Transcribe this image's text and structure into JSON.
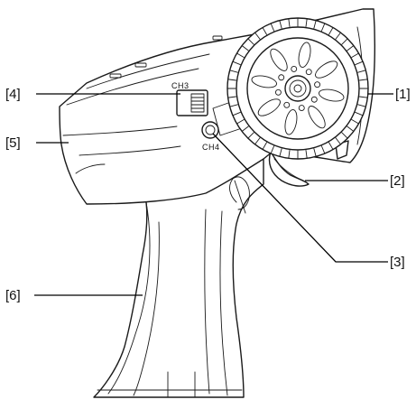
{
  "callouts": [
    {
      "id": "1",
      "label": "[1]"
    },
    {
      "id": "2",
      "label": "[2]"
    },
    {
      "id": "3",
      "label": "[3]"
    },
    {
      "id": "4",
      "label": "[4]"
    },
    {
      "id": "5",
      "label": "[5]"
    },
    {
      "id": "6",
      "label": "[6]"
    }
  ],
  "body_text": {
    "ch3": "CH3",
    "ch4": "CH4"
  },
  "colors": {
    "line": "#1a1a1a",
    "background": "#ffffff"
  }
}
